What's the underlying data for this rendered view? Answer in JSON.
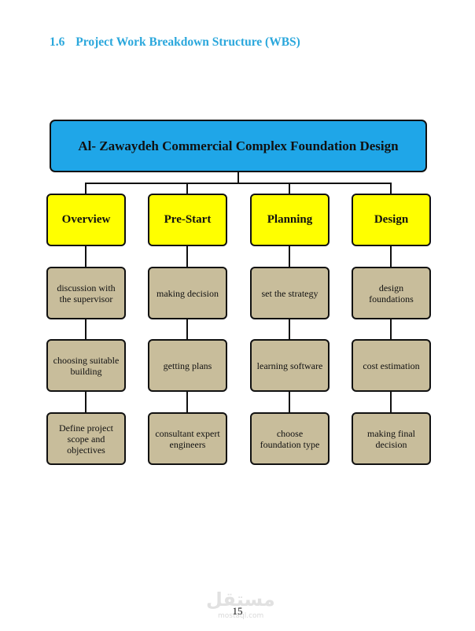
{
  "section": {
    "number": "1.6",
    "title": "Project Work Breakdown Structure (WBS)"
  },
  "wbs": {
    "root": "Al- Zawaydeh Commercial Complex Foundation Design",
    "phases": [
      {
        "label": "Overview",
        "tasks": [
          "discussion with the supervisor",
          "choosing suitable building",
          "Define project scope and objectives"
        ]
      },
      {
        "label": "Pre-Start",
        "tasks": [
          "making decision",
          "getting plans",
          "consultant expert engineers"
        ]
      },
      {
        "label": "Planning",
        "tasks": [
          "set the strategy",
          "learning software",
          "choose foundation type"
        ]
      },
      {
        "label": "Design",
        "tasks": [
          "design foundations",
          "cost estimation",
          "making final decision"
        ]
      }
    ]
  },
  "page": {
    "number": "15"
  },
  "watermark": {
    "text": "مستقل",
    "site": "mostaql.com"
  },
  "colors": {
    "heading": "#2aa7dc",
    "root_fill": "#1fa6e8",
    "phase_fill": "#ffff00",
    "task_fill": "#c8bd9b",
    "border": "#111111"
  }
}
